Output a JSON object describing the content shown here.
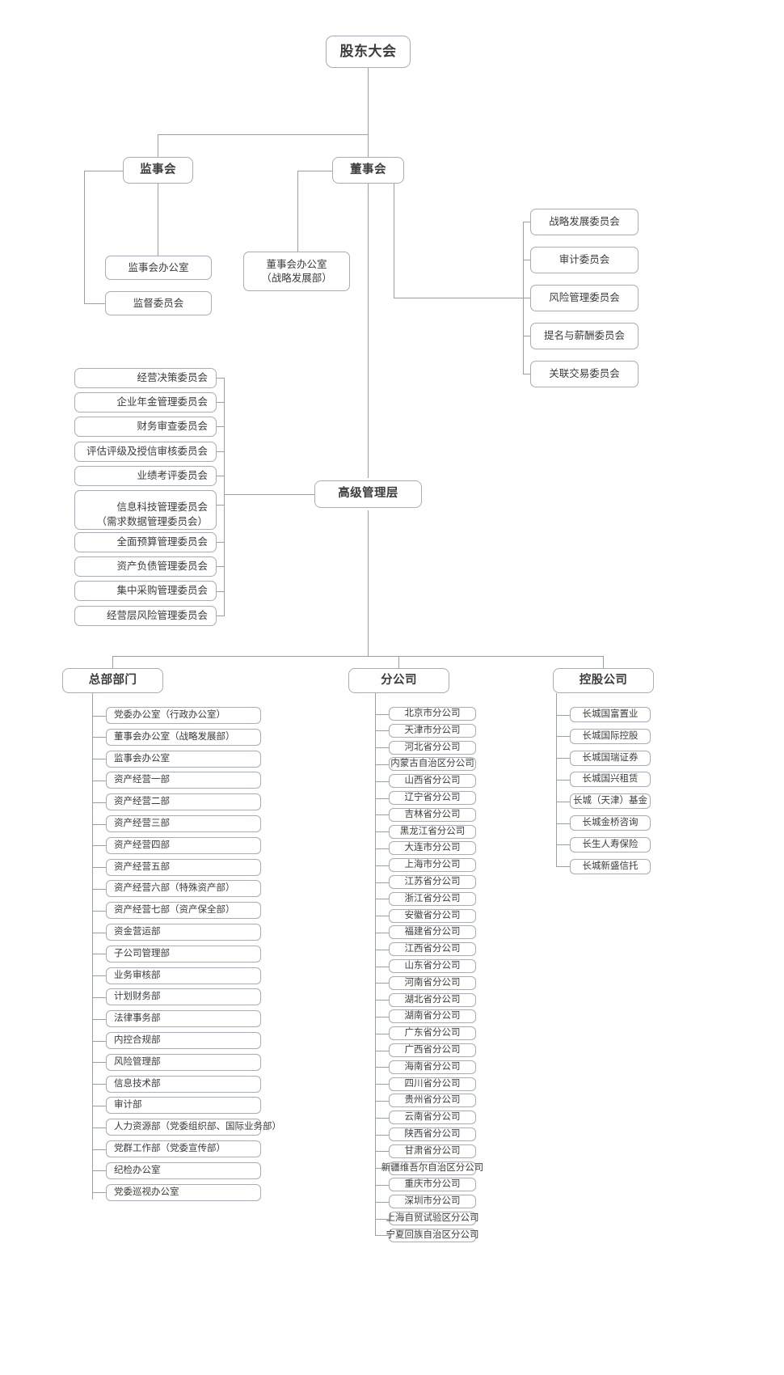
{
  "meta": {
    "title": "公司组织架构图",
    "line_color": "#9aa0a6",
    "border_color": "#a8acb3",
    "text_color": "#3c3c3c",
    "background": "#ffffff"
  },
  "root": {
    "label": "股东大会"
  },
  "level2": {
    "supervisory_board": {
      "label": "监事会"
    },
    "board_of_directors": {
      "label": "董事会"
    }
  },
  "supervisory_children": [
    {
      "label": "监事会办公室"
    },
    {
      "label": "监督委员会"
    }
  ],
  "board_children": [
    {
      "label": "董事会办公室\n（战略发展部）",
      "line1": "董事会办公室",
      "line2": "（战略发展部）"
    }
  ],
  "board_committees": [
    {
      "label": "战略发展委员会"
    },
    {
      "label": "审计委员会"
    },
    {
      "label": "风险管理委员会"
    },
    {
      "label": "提名与薪酬委员会"
    },
    {
      "label": "关联交易委员会"
    }
  ],
  "senior_management": {
    "label": "高级管理层"
  },
  "management_committees": [
    {
      "label": "经营决策委员会"
    },
    {
      "label": "企业年金管理委员会"
    },
    {
      "label": "财务审查委员会"
    },
    {
      "label": "评估评级及授信审核委员会"
    },
    {
      "label": "业绩考评委员会"
    },
    {
      "label": "信息科技管理委员会\n（需求数据管理委员会）",
      "line1": "信息科技管理委员会",
      "line2": "（需求数据管理委员会）"
    },
    {
      "label": "全面预算管理委员会"
    },
    {
      "label": "资产负债管理委员会"
    },
    {
      "label": "集中采购管理委员会"
    },
    {
      "label": "经营层风险管理委员会"
    }
  ],
  "groups": {
    "headquarters": {
      "label": "总部部门"
    },
    "branches": {
      "label": "分公司"
    },
    "holdings": {
      "label": "控股公司"
    }
  },
  "headquarters_departments": [
    {
      "label": "党委办公室（行政办公室）"
    },
    {
      "label": "董事会办公室（战略发展部）"
    },
    {
      "label": "监事会办公室"
    },
    {
      "label": "资产经营一部"
    },
    {
      "label": "资产经营二部"
    },
    {
      "label": "资产经营三部"
    },
    {
      "label": "资产经营四部"
    },
    {
      "label": "资产经营五部"
    },
    {
      "label": "资产经营六部（特殊资产部）"
    },
    {
      "label": "资产经营七部（资产保全部）"
    },
    {
      "label": "资金营运部"
    },
    {
      "label": "子公司管理部"
    },
    {
      "label": "业务审核部"
    },
    {
      "label": "计划财务部"
    },
    {
      "label": "法律事务部"
    },
    {
      "label": "内控合规部"
    },
    {
      "label": "风险管理部"
    },
    {
      "label": "信息技术部"
    },
    {
      "label": "审计部"
    },
    {
      "label": "人力资源部（党委组织部、国际业务部）"
    },
    {
      "label": "党群工作部（党委宣传部）"
    },
    {
      "label": "纪检办公室"
    },
    {
      "label": "党委巡视办公室"
    }
  ],
  "branch_companies": [
    {
      "label": "北京市分公司"
    },
    {
      "label": "天津市分公司"
    },
    {
      "label": "河北省分公司"
    },
    {
      "label": "内蒙古自治区分公司"
    },
    {
      "label": "山西省分公司"
    },
    {
      "label": "辽宁省分公司"
    },
    {
      "label": "吉林省分公司"
    },
    {
      "label": "黑龙江省分公司"
    },
    {
      "label": "大连市分公司"
    },
    {
      "label": "上海市分公司"
    },
    {
      "label": "江苏省分公司"
    },
    {
      "label": "浙江省分公司"
    },
    {
      "label": "安徽省分公司"
    },
    {
      "label": "福建省分公司"
    },
    {
      "label": "江西省分公司"
    },
    {
      "label": "山东省分公司"
    },
    {
      "label": "河南省分公司"
    },
    {
      "label": "湖北省分公司"
    },
    {
      "label": "湖南省分公司"
    },
    {
      "label": "广东省分公司"
    },
    {
      "label": "广西省分公司"
    },
    {
      "label": "海南省分公司"
    },
    {
      "label": "四川省分公司"
    },
    {
      "label": "贵州省分公司"
    },
    {
      "label": "云南省分公司"
    },
    {
      "label": "陕西省分公司"
    },
    {
      "label": "甘肃省分公司"
    },
    {
      "label": "新疆维吾尔自治区分公司"
    },
    {
      "label": "重庆市分公司"
    },
    {
      "label": "深圳市分公司"
    },
    {
      "label": "上海自贸试验区分公司"
    },
    {
      "label": "宁夏回族自治区分公司"
    }
  ],
  "holding_companies": [
    {
      "label": "长城国富置业"
    },
    {
      "label": "长城国际控股"
    },
    {
      "label": "长城国瑞证券"
    },
    {
      "label": "长城国兴租赁"
    },
    {
      "label": "长城（天津）基金"
    },
    {
      "label": "长城金桥咨询"
    },
    {
      "label": "长生人寿保险"
    },
    {
      "label": "长城新盛信托"
    }
  ]
}
